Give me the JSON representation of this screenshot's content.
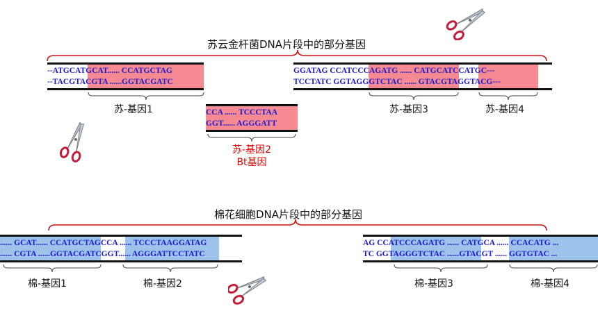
{
  "top": {
    "title": "苏云金杆菌DNA片段中的部分基因",
    "left_strand": {
      "top": "--ATGCATGCAT...... CCATGCTAG",
      "bottom": "--TACGTACGTA ......GGTACGATC"
    },
    "right_strand": {
      "top": "GGATAG CCATCCCAGATG ...... CATGCATCCATGC---",
      "bottom": "TCCTATC GGTAGGGTCTAC ...... GTACGTAGGTACG---"
    },
    "bt_fragment": {
      "top": "CCA ...... TCCCTAA",
      "bottom": "GGT...... AGGGATT"
    },
    "gene_labels": [
      "苏-基因1",
      "苏-基因3",
      "苏-基因4"
    ],
    "bt_label_1": "苏-基因2",
    "bt_label_2": "Bt基因"
  },
  "bottom": {
    "title": "棉花细胞DNA片段中的部分基因",
    "left_strand": {
      "top": "...... GCAT...... CCATGCTAGCCA ...... TCCCTAAGGATAG",
      "bottom": "...... CGTA ......GGTACGATCGGT...... AGGGATTCCTATC"
    },
    "right_strand": {
      "top": "AG CCATCCCAGATG ...... CATGCA ...... CCACATG ...",
      "bottom": "TC GGTAGGGTCTAC ......GTACGT ...... GGTGTAC ..."
    },
    "gene_labels": [
      "棉-基因1",
      "棉-基因2",
      "棉-基因3",
      "棉-基因4"
    ]
  },
  "colors": {
    "highlight_pink": "#f58a92",
    "highlight_blue": "#9ec3ea",
    "brace_red": "#cc1111",
    "text_red": "#e00000",
    "sequence_blue": "#1a1ad6"
  },
  "icons": [
    "scissors-icon",
    "scissors-icon",
    "scissors-icon",
    "scissors-icon"
  ]
}
